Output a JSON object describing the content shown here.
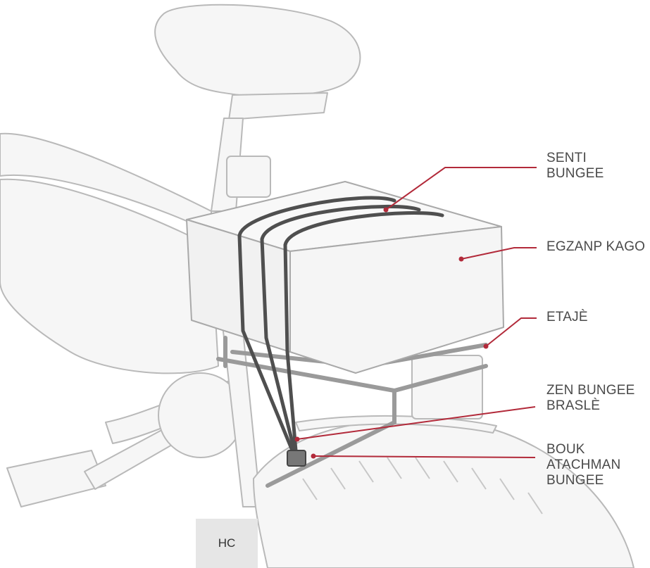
{
  "colors": {
    "leader": "#b22a3a",
    "outline": "#b5b5b5",
    "fill": "#f4f4f4",
    "strap": "#555555",
    "text": "#4a4a4a"
  },
  "callouts": {
    "safety_bungee": [
      "SENTI",
      "BUNGEE"
    ],
    "example_cargo": [
      "EGZANP KAGO"
    ],
    "rack": [
      "ETAJÈ"
    ],
    "bungee_bracelet": [
      "ZEN BUNGEE",
      "BRASLÈ"
    ],
    "bungee_attachment_buckle": [
      "BOUK",
      "ATACHMAN",
      "BUNGEE"
    ]
  },
  "tag": "HC"
}
